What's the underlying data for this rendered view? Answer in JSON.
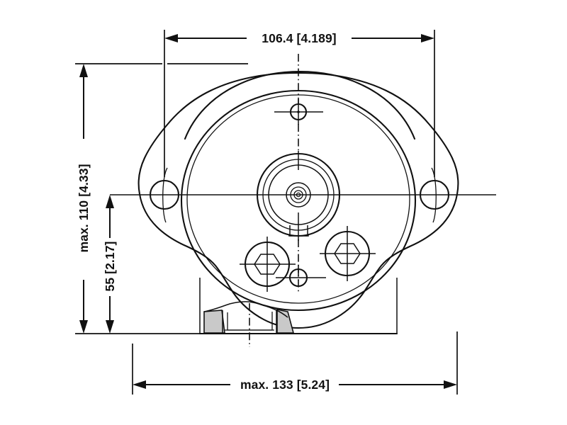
{
  "drawing": {
    "title": "hydraulic motor front view dimensioned drawing",
    "background_color": "#ffffff",
    "line_color": "#111111",
    "shade_color": "#c9c9c9",
    "dimensions": {
      "top_width": "106.4 [4.189]",
      "overall_height": "max. 110 [4.33]",
      "lower_height": "55 [2.17]",
      "overall_width": "max. 133 [5.24]"
    }
  }
}
